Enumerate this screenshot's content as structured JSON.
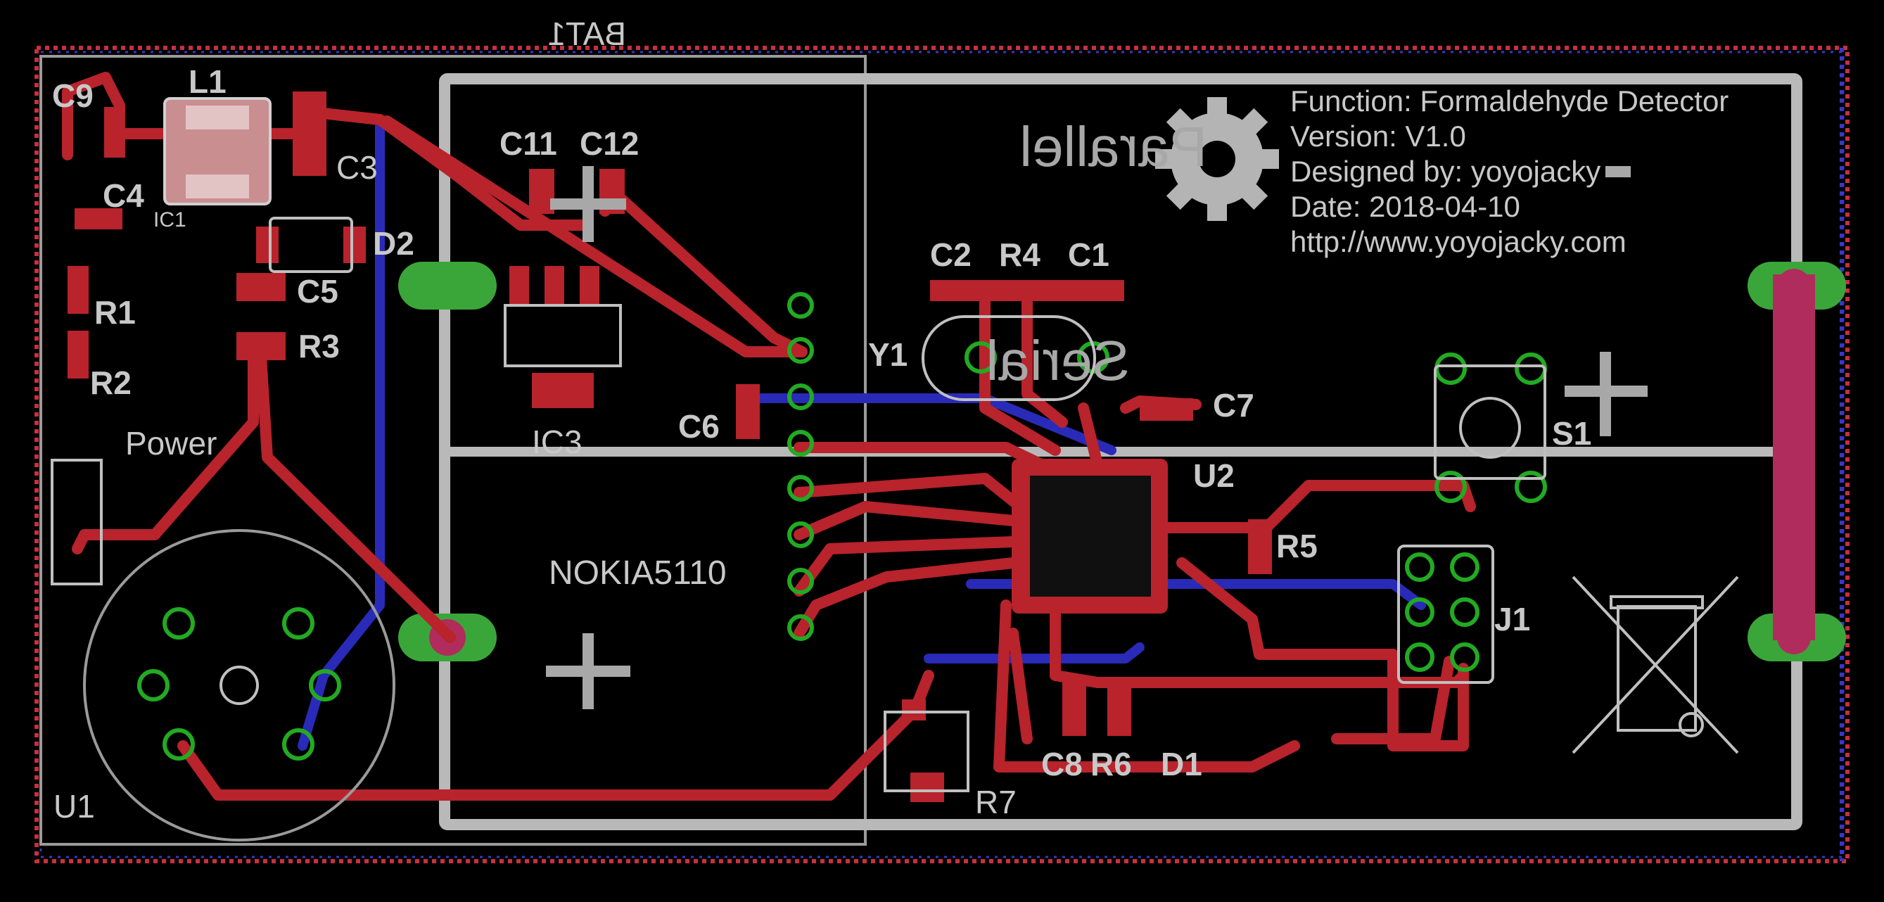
{
  "board": {
    "colors": {
      "background": "#000000",
      "top_copper": "#b8232c",
      "bottom_copper": "#2a2ab8",
      "silkscreen": "#c0c0c0",
      "via_ring": "#22aa22",
      "pad_green": "#3aa63a"
    }
  },
  "labels": {
    "bat1": "BAT1",
    "c9": "C9",
    "l1": "L1",
    "c3": "C3",
    "c4": "C4",
    "ic1": "IC1",
    "d2": "D2",
    "c5": "C5",
    "r1": "R1",
    "r2": "R2",
    "r3": "R3",
    "power": "Power",
    "u1": "U1",
    "c11": "C11",
    "c12": "C12",
    "ic3": "IC3",
    "c6": "C6",
    "nokia": "NOKIA5110",
    "parallel": "Parallel",
    "serial": "Serial",
    "c2": "C2",
    "r4": "R4",
    "c1": "C1",
    "y1": "Y1",
    "c7": "C7",
    "u2": "U2",
    "r5": "R5",
    "s1": "S1",
    "j1": "J1",
    "c8": "C8",
    "r6": "R6",
    "d1": "D1",
    "r7": "R7"
  },
  "info": {
    "function": "Function: Formaldehyde Detector",
    "version": "Version: V1.0",
    "designer": "Designed by: yoyojacky",
    "date": "Date: 2018-04-10",
    "url": "http://www.yoyojacky.com"
  },
  "icons": [
    "oshw-gear-logo",
    "weee-bin-icon",
    "crosshair-marker"
  ]
}
